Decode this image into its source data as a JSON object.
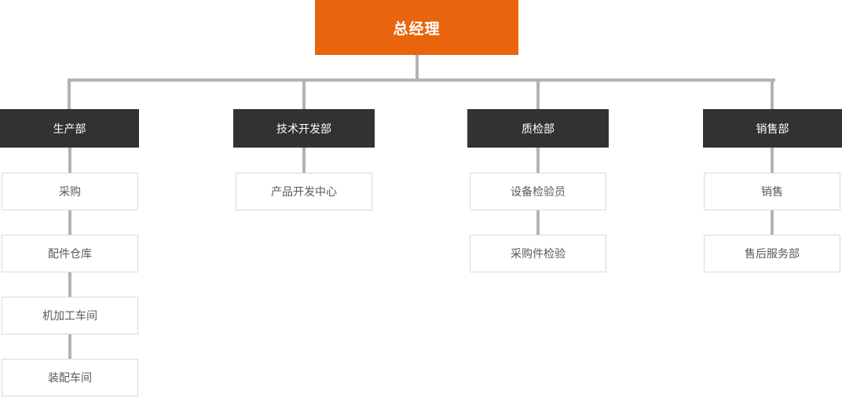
{
  "org": {
    "root": {
      "label": "总经理"
    },
    "departments": [
      {
        "label": "生产部",
        "children": [
          {
            "label": "采购"
          },
          {
            "label": "配件仓库"
          },
          {
            "label": "机加工车间"
          },
          {
            "label": "装配车间"
          }
        ]
      },
      {
        "label": "技术开发部",
        "children": [
          {
            "label": "产品开发中心"
          }
        ]
      },
      {
        "label": "质检部",
        "children": [
          {
            "label": "设备检验员"
          },
          {
            "label": "采购件检验"
          }
        ]
      },
      {
        "label": "销售部",
        "children": [
          {
            "label": "销售"
          },
          {
            "label": "售后服务部"
          }
        ]
      }
    ]
  },
  "colors": {
    "root_bg": "#e8650d",
    "dept_bg": "#323232",
    "connector": "#b3b3b3",
    "child_border": "#d9d9d9",
    "child_text": "#595959",
    "canvas_bg": "#ffffff"
  }
}
